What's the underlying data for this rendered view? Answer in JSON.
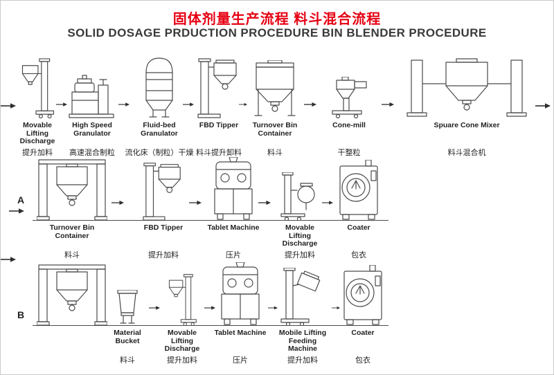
{
  "header": {
    "title_cn": "固体剂量生产流程 料斗混合流程",
    "title_en": "SOLID DOSAGE PRDUCTION PROCEDURE BIN BLENDER PROCEDURE"
  },
  "markers": {
    "a": "A",
    "b": "B"
  },
  "colors": {
    "title_red": "#e60012",
    "subtitle_gray": "#3a3a3a",
    "line_art": "#4a4a4a"
  },
  "rows": {
    "r1": {
      "name": "main-production-line",
      "items": [
        {
          "en": "Movable Lifting Discharge",
          "cn": "提升加料",
          "icon": "movable-lifting-discharge-icon"
        },
        {
          "en": "High Speed Granulator",
          "cn": "高速混合制粒",
          "icon": "high-speed-granulator-icon"
        },
        {
          "en": "Fluid-bed Granulator",
          "cn": "流化床（制粒）干燥",
          "icon": "fluid-bed-granulator-icon"
        },
        {
          "en": "FBD Tipper",
          "cn": "料斗提升卸料",
          "icon": "fbd-tipper-icon"
        },
        {
          "en": "Turnover Bin Container",
          "cn": "料斗",
          "icon": "turnover-bin-container-icon"
        },
        {
          "en": "Cone-mill",
          "cn": "干整粒",
          "icon": "cone-mill-icon"
        },
        {
          "en": "Spuare Cone Mixer",
          "cn": "料斗混合机",
          "icon": "square-cone-mixer-icon"
        }
      ]
    },
    "r2": {
      "name": "line-a",
      "lead_icon": "bin-in-lifting-frame-icon",
      "items": [
        {
          "en": "Turnover Bin Container",
          "cn": "料斗",
          "icon": "bin-in-lifting-frame-icon"
        },
        {
          "en": "FBD Tipper",
          "cn": "提升加料",
          "icon": "fbd-tipper-icon"
        },
        {
          "en": "Tablet Machine",
          "cn": "压片",
          "icon": "tablet-machine-icon"
        },
        {
          "en": "Movable Lifting Discharge",
          "cn": "提升加料",
          "icon": "movable-lifting-discharge-icon"
        },
        {
          "en": "Coater",
          "cn": "包衣",
          "icon": "coater-icon"
        }
      ]
    },
    "r3": {
      "name": "line-b",
      "lead_icon": "bin-in-lifting-frame-icon",
      "items": [
        {
          "en": "Material Bucket",
          "cn": "料斗",
          "icon": "material-bucket-icon"
        },
        {
          "en": "Movable Lifting Discharge",
          "cn": "提升加料",
          "icon": "movable-lifting-discharge-icon"
        },
        {
          "en": "Tablet Machine",
          "cn": "压片",
          "icon": "tablet-machine-icon"
        },
        {
          "en": "Mobile Lifting Feeding Machine",
          "cn": "提升加料",
          "icon": "mobile-lifting-feeding-machine-icon"
        },
        {
          "en": "Coater",
          "cn": "包衣",
          "icon": "coater-icon"
        }
      ]
    }
  }
}
